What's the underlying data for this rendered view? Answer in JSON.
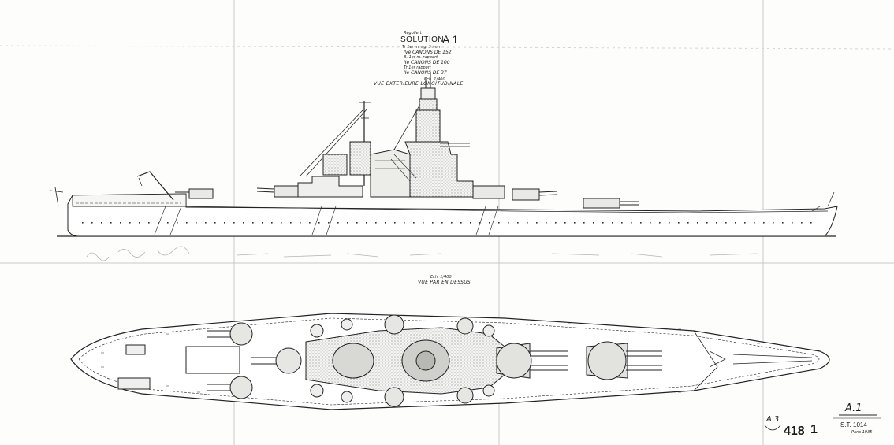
{
  "sheet": {
    "header_top": "Reguliert",
    "design_title": "SOLUTION",
    "design_code": "A 1",
    "armament_notes": [
      "Tr 1er m. ag. 3 mm",
      "IVe CANONS DE 152",
      "B. 1er m. rapport",
      "IIe CANONS DE 100",
      "Tr 1er rapport",
      "IIe CANONS DE 37"
    ],
    "side_view_scale": "Ech. 1/400",
    "side_view_title": "VUE EXTERIEURE LONGITUDINALE",
    "plan_view_scale": "Ech. 1/400",
    "plan_view_title": "VUE PAR EN DESSUS",
    "title_block_code": "A.1",
    "title_block_ref": "S.T. 1014",
    "title_block_date": "Paris 1935",
    "sheet_number": "418",
    "sheet_index": "1",
    "margin_mark": "A 3"
  },
  "colors": {
    "paper": "#fdfdfc",
    "ink": "#222222",
    "faint_ink": "#9a9a9a",
    "shade": "#bdbdbd"
  }
}
